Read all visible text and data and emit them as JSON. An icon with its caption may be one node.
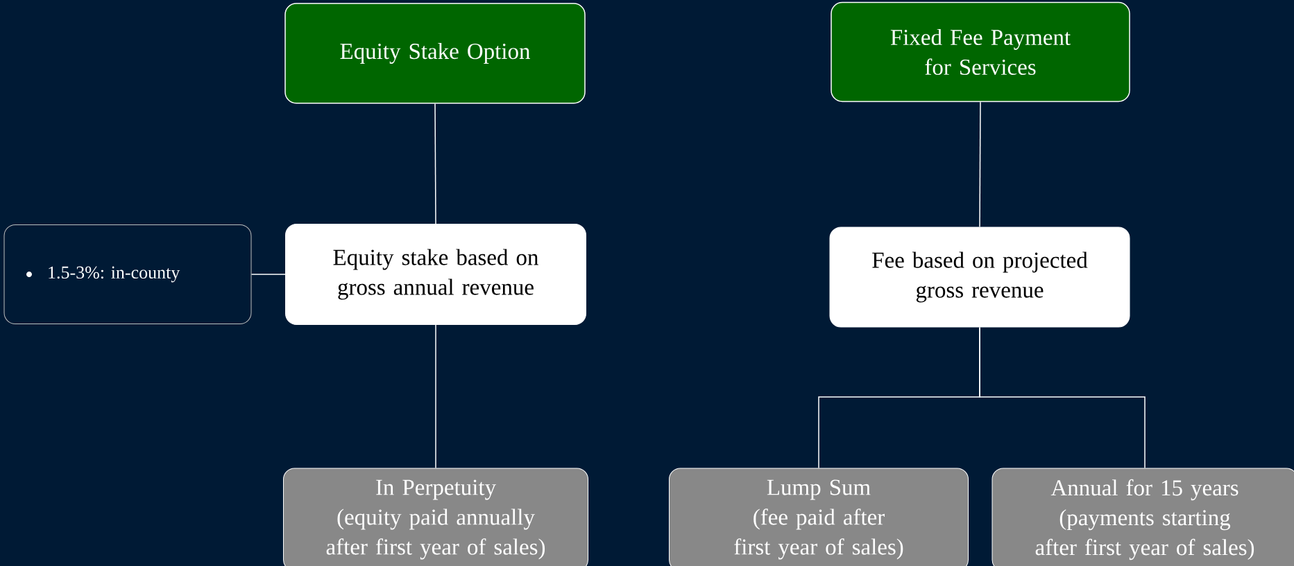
{
  "diagram": {
    "nodes": [
      {
        "text": [
          "Equity Stake Option"
        ]
      },
      {
        "text": [
          "Fixed Fee Payment for Services"
        ]
      },
      {
        "text": [
          "1.5-3%: in-county"
        ]
      },
      {
        "text": [
          "Equity stake based on gross annual revenue"
        ]
      },
      {
        "text": [
          "Fee based on projected gross revenue"
        ]
      },
      {
        "text": [
          "In Perpetuity",
          "(equity paid annually after first year of sales)"
        ]
      },
      {
        "text": [
          "Lump Sum",
          "(fee paid after first year of sales)"
        ]
      },
      {
        "text": [
          "Annual for 15 years",
          "(payments starting after first year of sales)"
        ]
      }
    ],
    "edges": [
      {
        "from": 0,
        "to": 3,
        "arrow": "none"
      },
      {
        "from": 2,
        "to": 3,
        "arrow": "none"
      },
      {
        "from": 3,
        "to": 5,
        "arrow": "none"
      },
      {
        "from": 1,
        "to": 4,
        "arrow": "none"
      },
      {
        "from": 4,
        "to": 6,
        "arrow": "none"
      },
      {
        "from": 4,
        "to": 7,
        "arrow": "none"
      }
    ]
  }
}
